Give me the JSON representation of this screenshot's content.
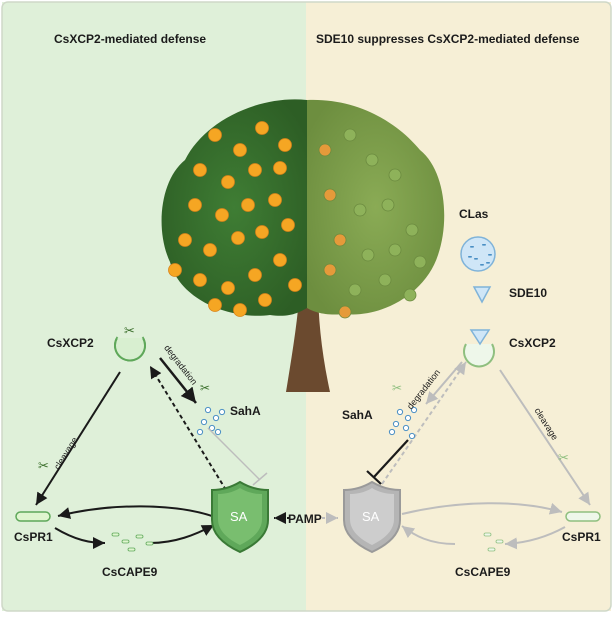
{
  "left_panel": {
    "title": "CsXCP2-mediated defense",
    "labels": {
      "xcp2": "CsXCP2",
      "degradation": "degradation",
      "saha": "SahA",
      "cleavage": "cleavage",
      "pr1": "CsPR1",
      "cape9": "CsCAPE9",
      "sa": "SA"
    }
  },
  "right_panel": {
    "title": "SDE10 suppresses CsXCP2-mediated  defense",
    "labels": {
      "clas": "CLas",
      "sde10": "SDE10",
      "xcp2": "CsXCP2",
      "degradation": "degradation",
      "saha": "SahA",
      "cleavage": "cleavage",
      "pr1": "CsPR1",
      "cape9": "CsCAPE9",
      "sa": "SA"
    }
  },
  "center": {
    "pamp": "PAMP"
  },
  "colors": {
    "left_bg": "#dff0d9",
    "right_bg": "#f6efd6",
    "active": "#1a1a1a",
    "inactive": "#bdbdbd",
    "shield_green": "#5fa85a",
    "shield_grey": "#b5b5b5"
  }
}
